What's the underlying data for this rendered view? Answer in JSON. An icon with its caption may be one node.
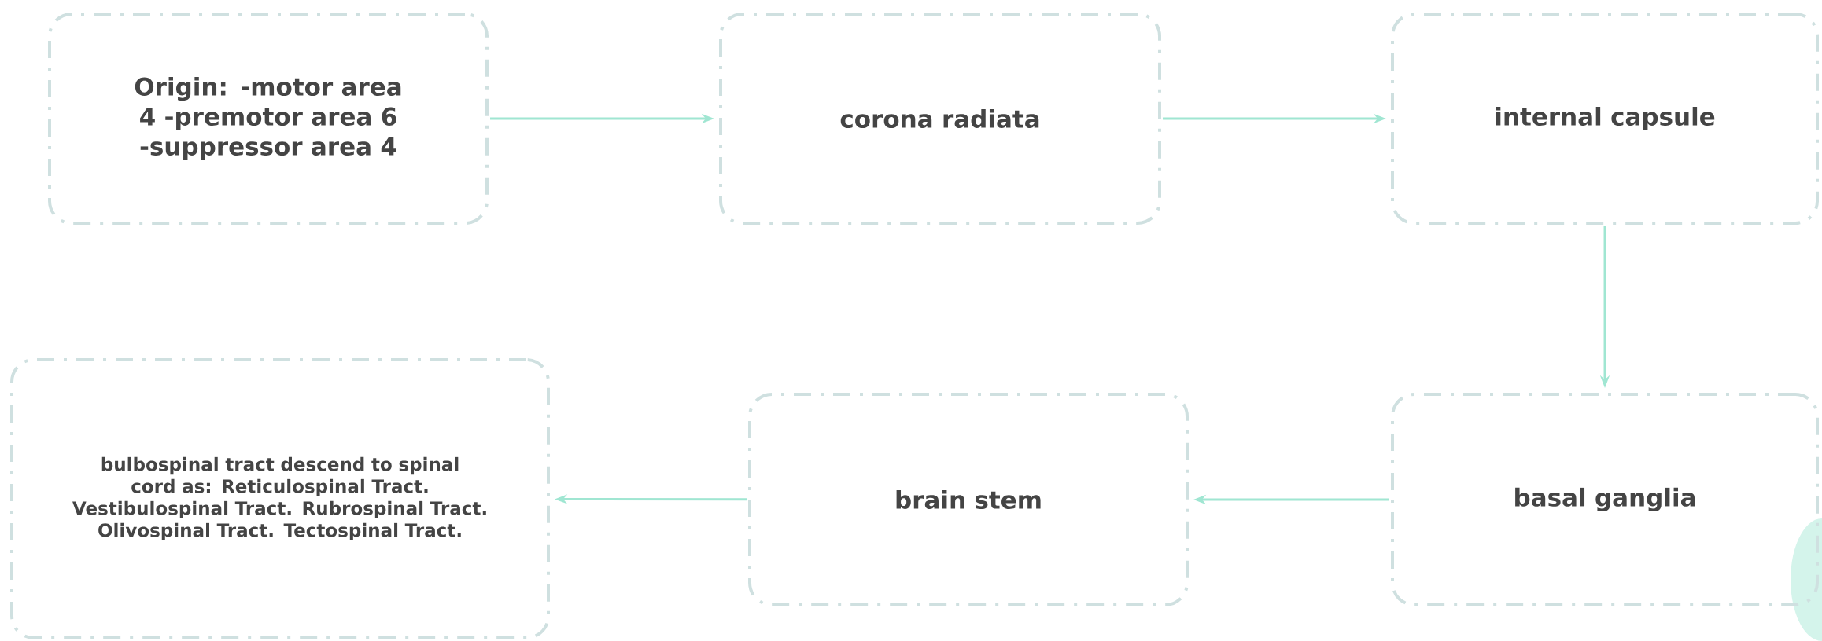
{
  "diagram": {
    "nodes": [
      {
        "text": [
          "Origin: -motor area 4 -premotor area 6 -suppressor area 4"
        ]
      },
      {
        "text": [
          "corona radiata"
        ]
      },
      {
        "text": [
          "internal capsule"
        ]
      },
      {
        "text": [
          "basal ganglia"
        ]
      },
      {
        "text": [
          "brain stem"
        ]
      },
      {
        "text": [
          "bulbospinal tract descend to spinal cord as: Reticulospinal Tract. Vestibulospinal Tract. Rubrospinal Tract. Olivospinal Tract. Tectospinal Tract."
        ]
      }
    ],
    "edges": [
      {
        "from": 0,
        "to": 1,
        "arrow": "to"
      },
      {
        "from": 1,
        "to": 2,
        "arrow": "to"
      },
      {
        "from": 2,
        "to": 3,
        "arrow": "to"
      },
      {
        "from": 3,
        "to": 4,
        "arrow": "to"
      },
      {
        "from": 4,
        "to": 5,
        "arrow": "to"
      }
    ]
  }
}
